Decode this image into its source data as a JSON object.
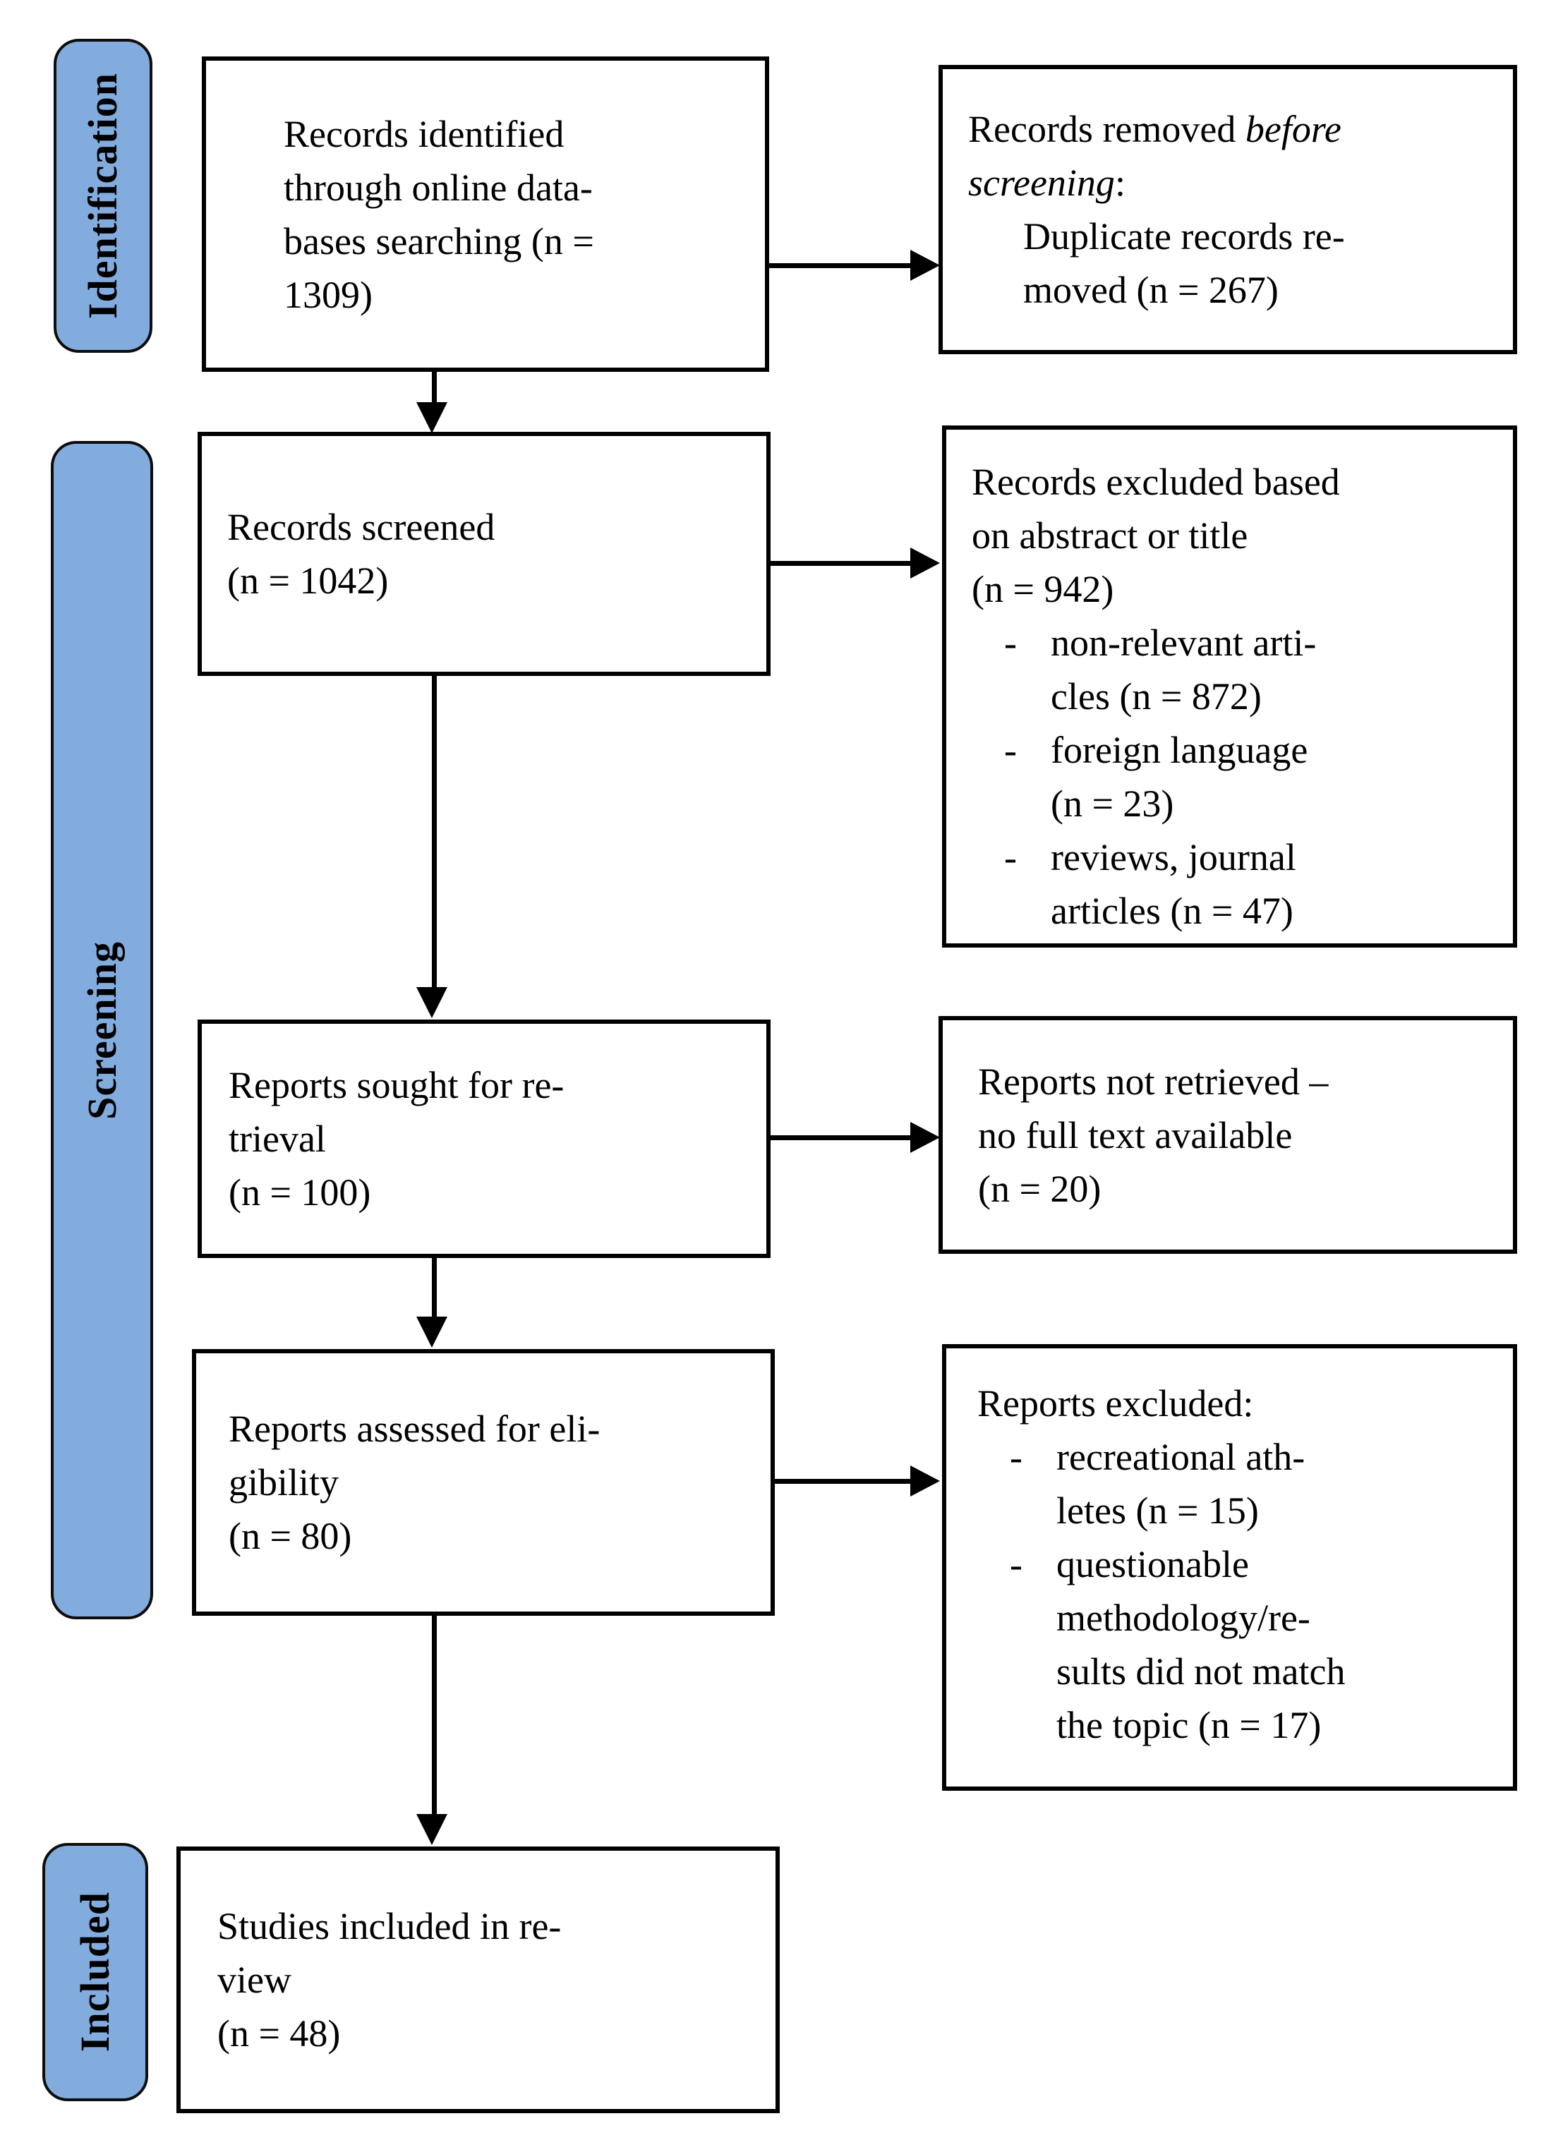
{
  "diagram": {
    "type": "prisma-flow",
    "bullet_char": "-",
    "colors": {
      "stage_fill": "#82ACDE",
      "stage_border": "#0d0d0d",
      "box_border": "#000000",
      "background": "#ffffff",
      "text": "#000000"
    },
    "stages": [
      {
        "label": "Identification"
      },
      {
        "label": "Screening"
      },
      {
        "label": "Included"
      }
    ],
    "boxes": {
      "identified": {
        "lines": [
          "Records identified",
          "through online data-",
          "bases searching (n =",
          "1309)"
        ]
      },
      "screened": {
        "lines": [
          "Records screened",
          "(n = 1042)"
        ]
      },
      "sought": {
        "lines": [
          "Reports sought for re-",
          "trieval",
          "(n = 100)"
        ]
      },
      "assessed": {
        "lines": [
          "Reports assessed for eli-",
          "gibility",
          "(n = 80)"
        ]
      },
      "included_studies": {
        "lines": [
          "Studies included in re-",
          "view",
          "(n = 48)"
        ]
      },
      "removed_before": {
        "line1_normal": "Records removed ",
        "line1_italic": "before",
        "line2_italic": "screening",
        "line2_normal": ":",
        "item_lines": [
          "Duplicate records re-",
          "moved (n = 267)"
        ]
      },
      "excluded_abstract": {
        "header_lines": [
          "Records excluded based",
          "on abstract or title",
          "(n = 942)"
        ],
        "bullets": [
          {
            "lines": [
              "non-relevant arti-",
              "cles (n = 872)"
            ]
          },
          {
            "lines": [
              "foreign language",
              "(n = 23)"
            ]
          },
          {
            "lines": [
              "reviews, journal",
              "articles (n = 47)"
            ]
          }
        ]
      },
      "not_retrieved": {
        "lines": [
          "Reports not retrieved –",
          "no full text available",
          "(n = 20)"
        ]
      },
      "reports_excluded": {
        "header": "Reports excluded:",
        "bullets": [
          {
            "lines": [
              "recreational ath-",
              "letes (n = 15)"
            ]
          },
          {
            "lines": [
              "questionable",
              "methodology/re-",
              "sults did not match",
              "the topic (n = 17)"
            ]
          }
        ]
      }
    }
  }
}
